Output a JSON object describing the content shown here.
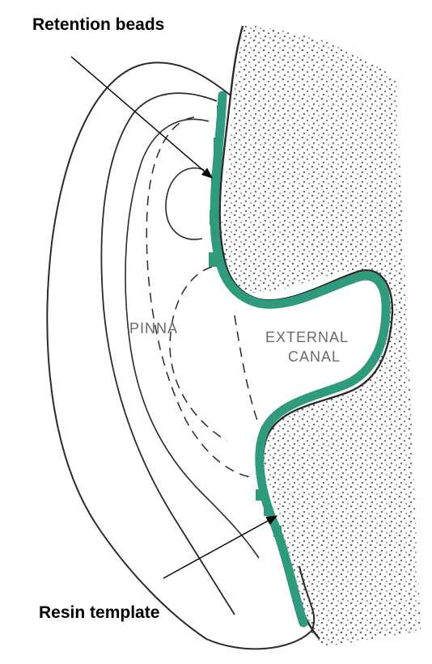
{
  "callouts": {
    "retention_beads": "Retention beads",
    "resin_template": "Resin template"
  },
  "regions": {
    "pinna": "PINNA",
    "external_line1": "EXTERNAL",
    "external_line2": "CANAL"
  },
  "colors": {
    "resin": "#2f9a7e",
    "outline": "#2a2a2a",
    "stipple": "#6b6b6b"
  }
}
